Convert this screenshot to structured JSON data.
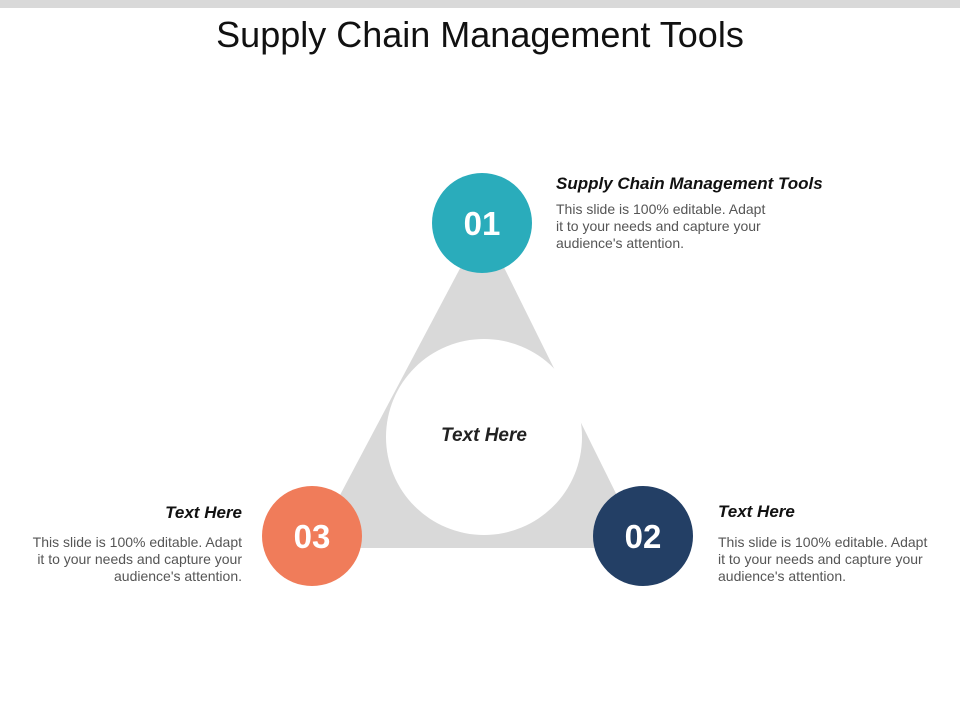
{
  "slide": {
    "title": "Supply Chain Management Tools",
    "center_label": "Text Here"
  },
  "colors": {
    "triangle": "#d9d9d9",
    "badge_01": "#2aacbb",
    "badge_02": "#233f65",
    "badge_03": "#f07c5a",
    "center_circle": "#ffffff"
  },
  "items": [
    {
      "number": "01",
      "heading": "Supply Chain Management Tools",
      "body_lines": [
        "This slide is 100% editable. Adapt",
        "it to your needs and capture your",
        "audience's attention."
      ]
    },
    {
      "number": "02",
      "heading": "Text Here",
      "body_lines": [
        "This slide is 100% editable. Adapt",
        "it to your needs and capture your",
        "audience's attention."
      ]
    },
    {
      "number": "03",
      "heading": "Text Here",
      "body_lines": [
        "This slide is 100% editable. Adapt",
        "it to your needs and capture your",
        "audience's attention."
      ]
    }
  ]
}
